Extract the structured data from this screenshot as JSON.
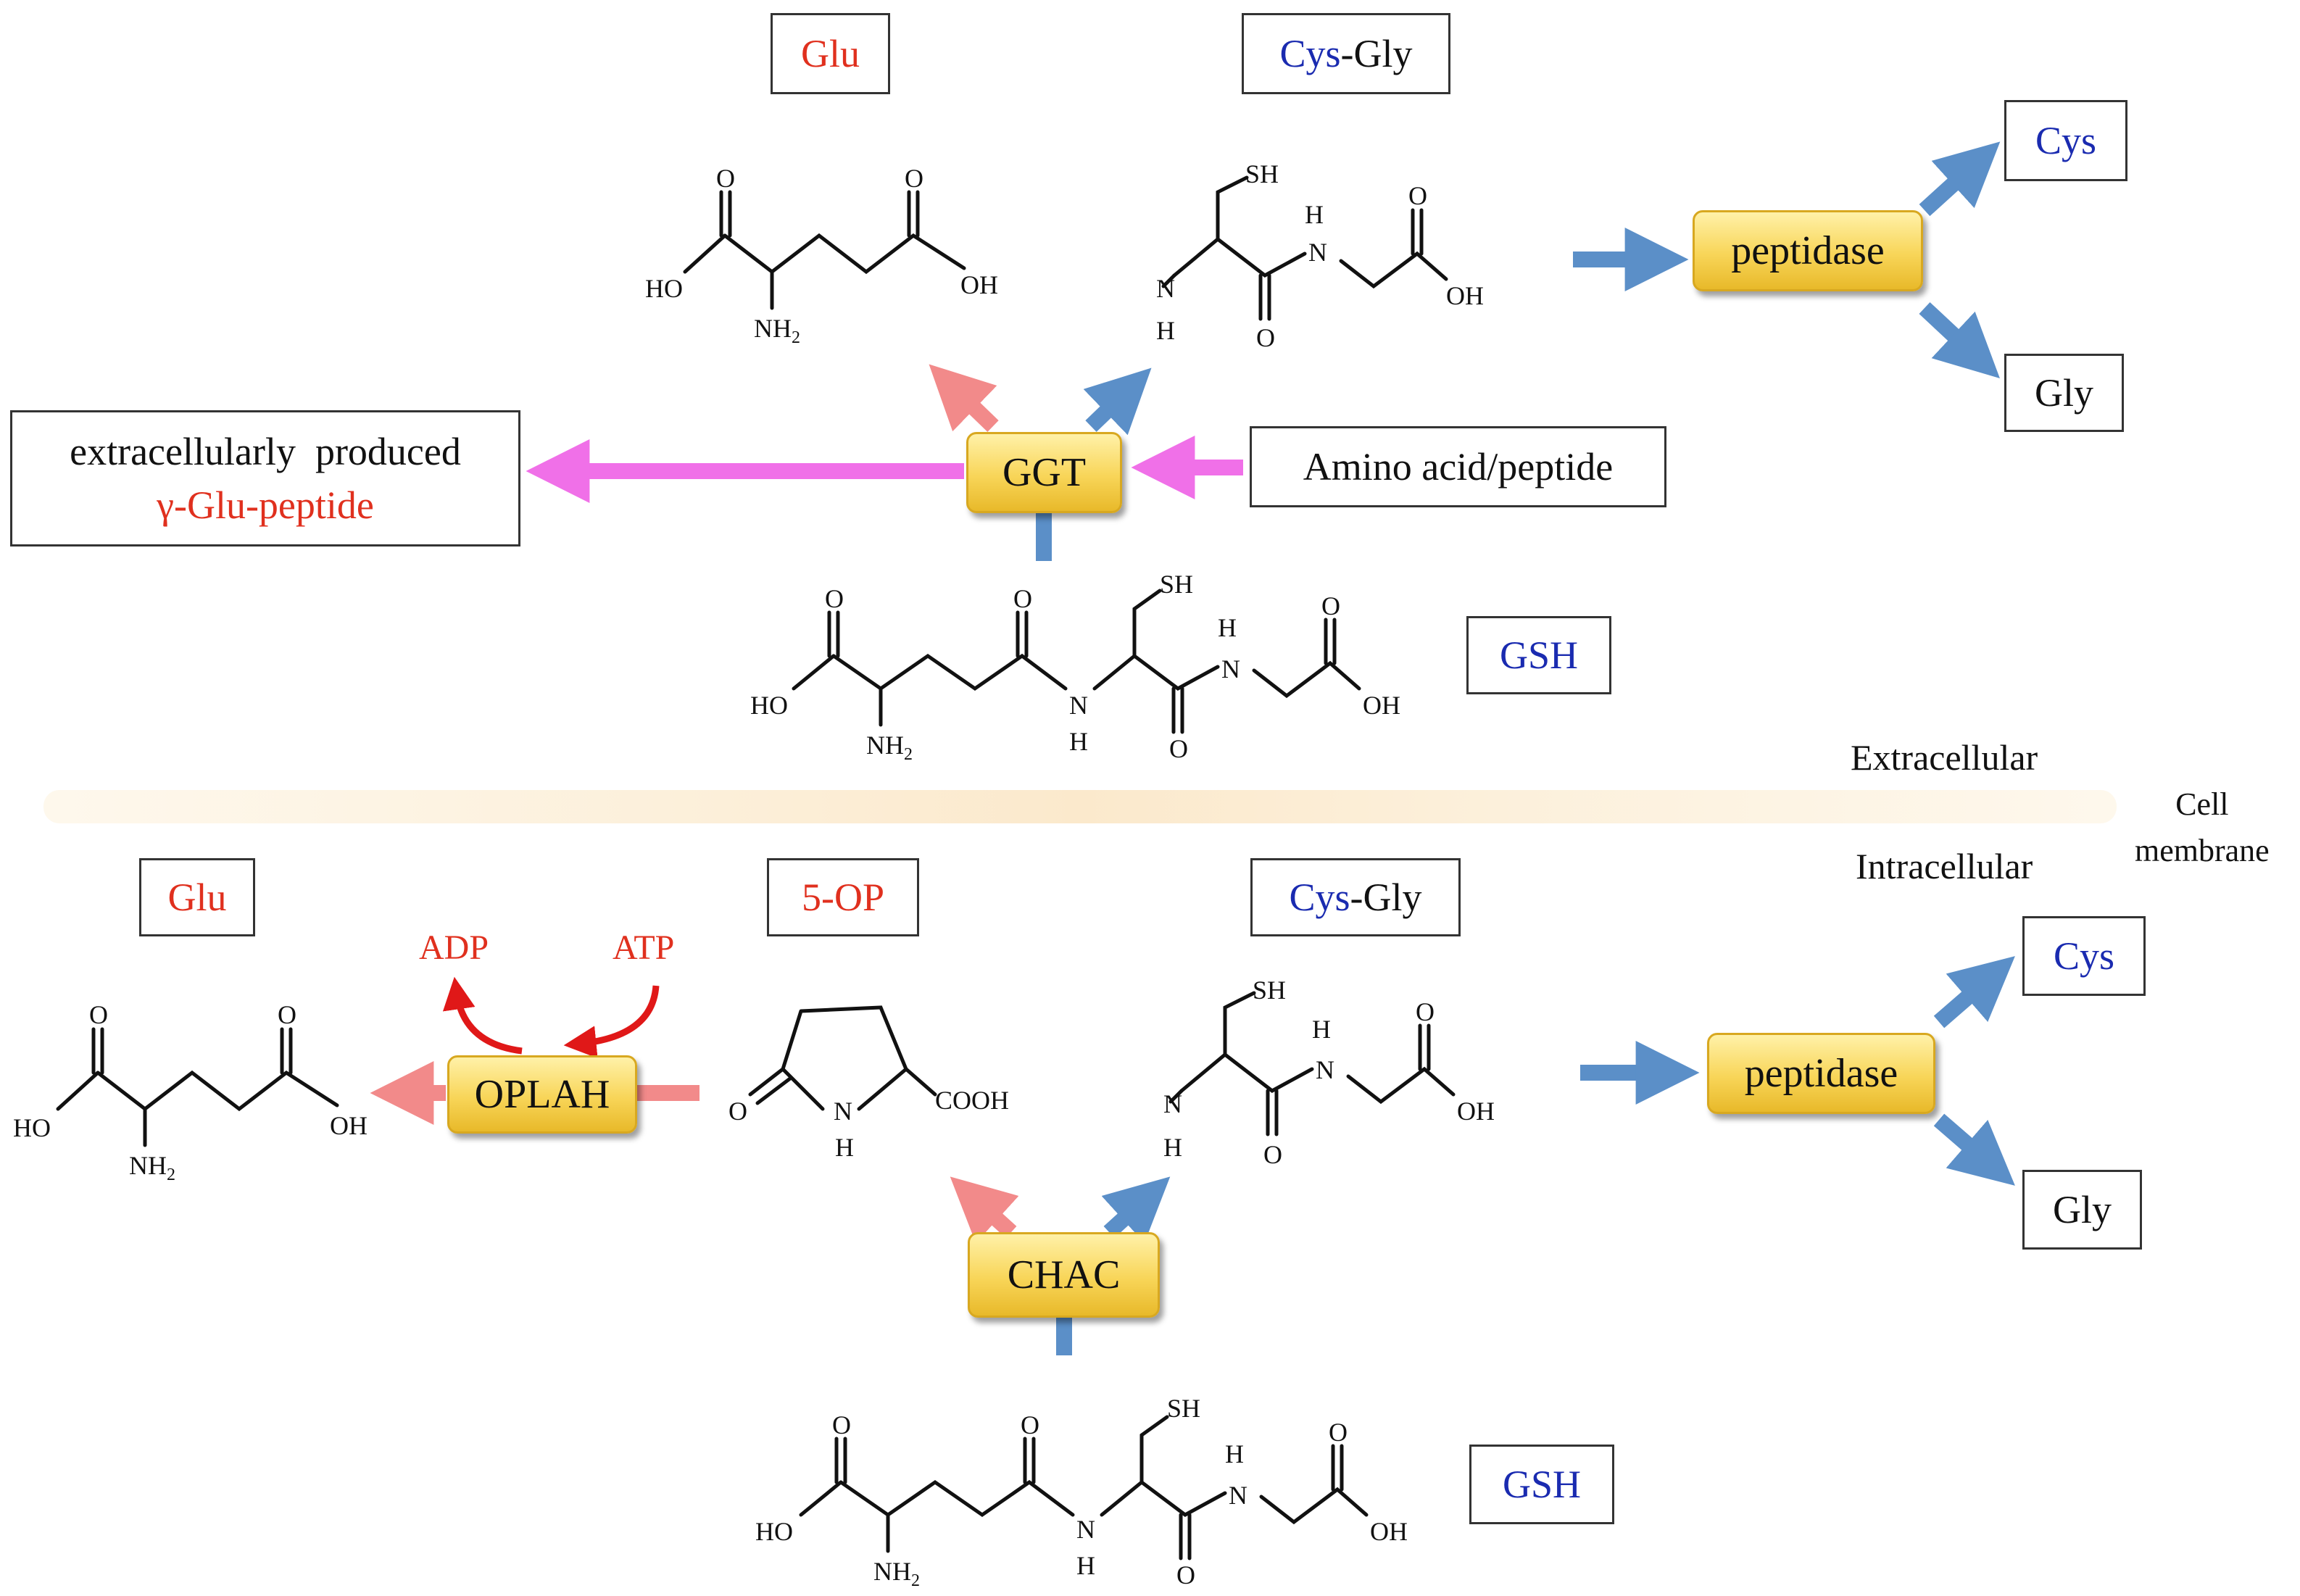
{
  "extracellular": {
    "glu_label": "Glu",
    "cysgly_label": {
      "cys": "Cys",
      "sep": "-",
      "gly": "Gly"
    },
    "gsh_label": "GSH",
    "enzyme": "GGT",
    "peptidase": "peptidase",
    "product_cys": "Cys",
    "product_gly": "Gly",
    "amino_acid_box": "Amino acid/peptide",
    "produced_box": {
      "line1": "extracellularly  produced",
      "line2": "γ-Glu-peptide"
    }
  },
  "membrane": {
    "extracellular": "Extracellular",
    "intracellular": "Intracellular",
    "cell_line1": "Cell",
    "cell_line2": "membrane"
  },
  "intracellular": {
    "glu_label": "Glu",
    "op_label": "5-OP",
    "cysgly_label": {
      "cys": "Cys",
      "sep": "-",
      "gly": "Gly"
    },
    "gsh_label": "GSH",
    "enzyme_chac": "CHAC",
    "enzyme_oplah": "OPLAH",
    "adp": "ADP",
    "atp": "ATP",
    "peptidase": "peptidase",
    "product_cys": "Cys",
    "product_gly": "Gly"
  },
  "atoms": {
    "O": "O",
    "HO": "HO",
    "OH": "OH",
    "NH2": "NH",
    "sub2": "2",
    "N": "N",
    "H": "H",
    "SH": "SH",
    "COOH": "COOH"
  },
  "colors": {
    "red_label": "#e0301e",
    "blue_label": "#1a2bb0",
    "blue_arrow": "#5b8fc8",
    "pink_arrow": "#f28a8a",
    "magenta_arrow": "#f070e8",
    "red_arrow": "#e01818",
    "membrane": "#fdf0d8",
    "enzyme_fill": "#f8d558"
  }
}
